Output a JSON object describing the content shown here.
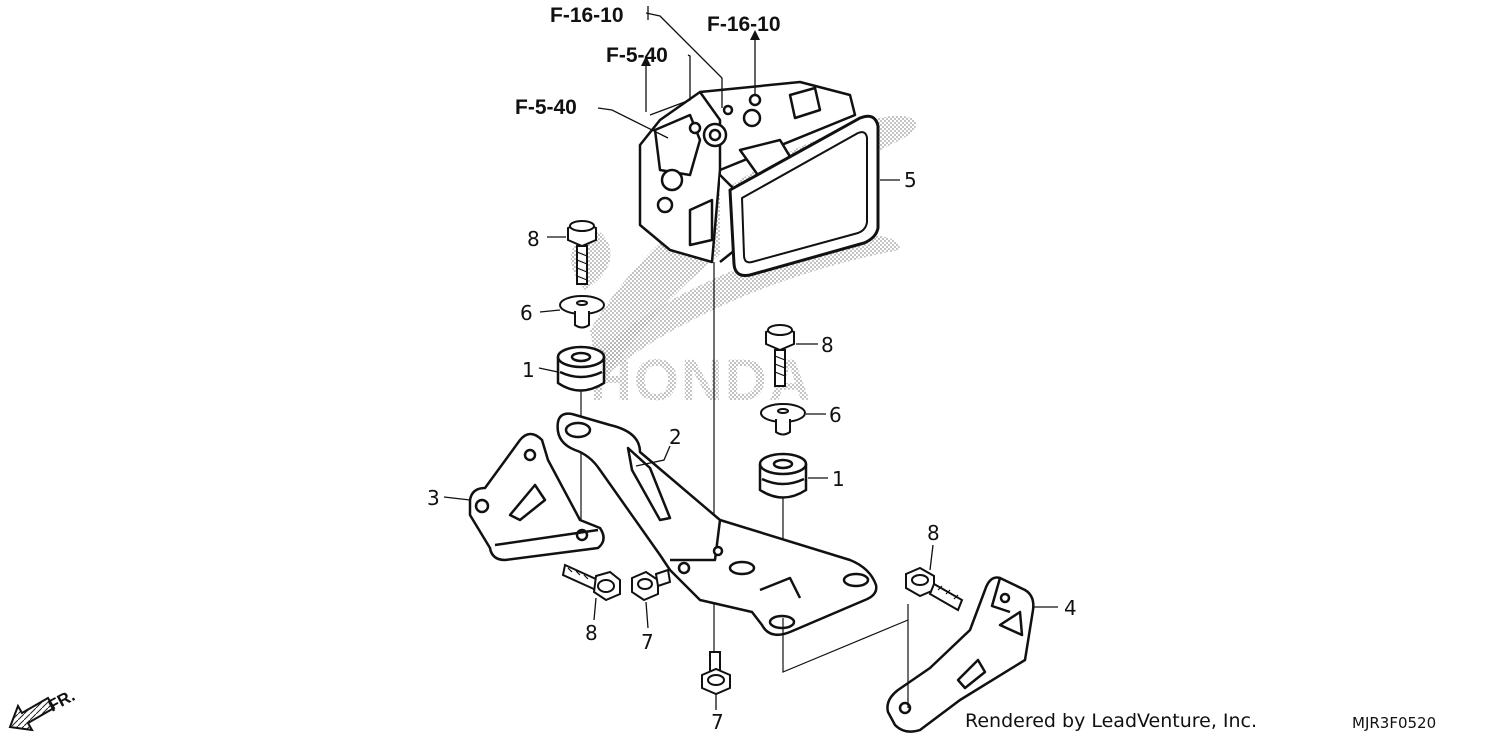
{
  "watermark": {
    "brand": "HONDA"
  },
  "references": {
    "top_left": "F-16-10",
    "top_right": "F-16-10",
    "mid": "F-5-40",
    "left": "F-5-40"
  },
  "callouts": {
    "c1a": "1",
    "c1b": "1",
    "c2": "2",
    "c3": "3",
    "c4": "4",
    "c5": "5",
    "c6a": "6",
    "c6b": "6",
    "c7a": "7",
    "c7b": "7",
    "c8a": "8",
    "c8b": "8",
    "c8c": "8",
    "c8d": "8"
  },
  "direction": "FR.",
  "footer": {
    "credit": "Rendered by LeadVenture, Inc.",
    "diagram_code": "MJR3F0520"
  }
}
